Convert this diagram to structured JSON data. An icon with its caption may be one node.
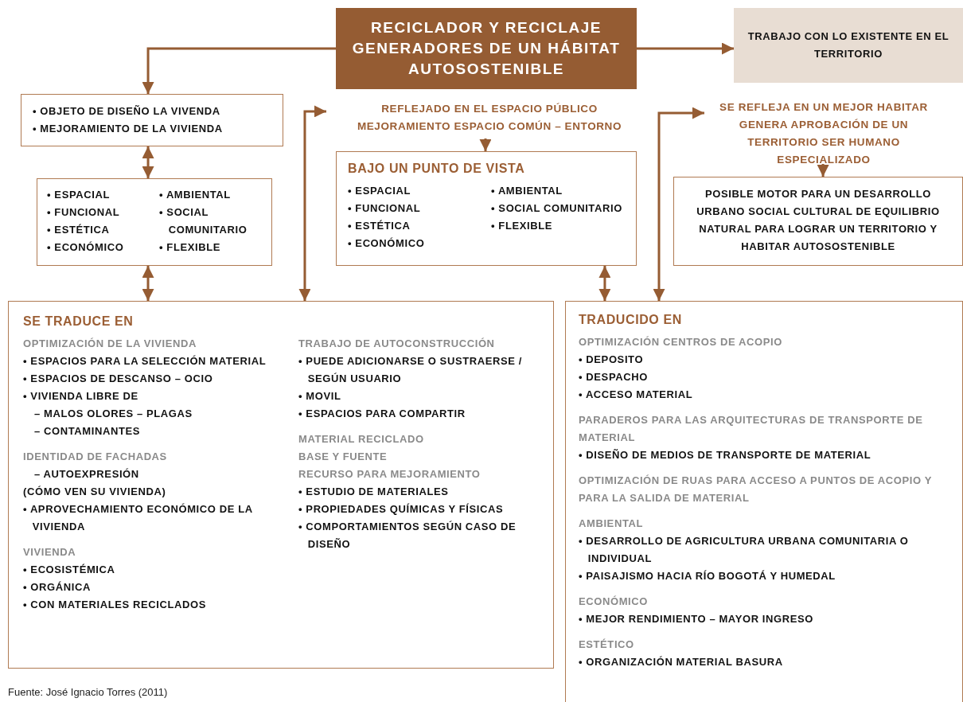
{
  "diagram": {
    "caption": "Fuente: José Ignacio Torres (2011)",
    "nodes": [
      {
        "text": [
          "RECICLADOR Y RECICLAJE GENERADORES DE UN HÁBITAT AUTOSOSTENIBLE"
        ]
      },
      {
        "text": [
          "TRABAJO CON LO EXISTENTE EN EL TERRITORIO"
        ]
      },
      {
        "text": [
          "• OBJETO DE DISEÑO LA VIVENDA",
          "• MEJORAMIENTO DE LA VIVIENDA"
        ]
      },
      {
        "text": [
          "• ESPACIAL",
          "• FUNCIONAL",
          "• ESTÉTICA",
          "• ECONÓMICO",
          "• AMBIENTAL",
          "• SOCIAL COMUNITARIO",
          "• FLEXIBLE"
        ]
      },
      {
        "text": [
          "REFLEJADO EN EL ESPACIO PÚBLICO",
          "MEJORAMIENTO ESPACIO COMÚN – ENTORNO"
        ]
      },
      {
        "text": [
          "BAJO UN PUNTO DE VISTA",
          "• ESPACIAL",
          "• FUNCIONAL",
          "• ESTÉTICA",
          "• ECONÓMICO",
          "• AMBIENTAL",
          "• SOCIAL COMUNITARIO",
          "• FLEXIBLE"
        ]
      },
      {
        "text": [
          "SE REFLEJA EN UN MEJOR HABITAR GENERA APROBACIÓN DE UN TERRITORIO SER HUMANO ESPECIALIZADO"
        ]
      },
      {
        "text": [
          "POSIBLE MOTOR PARA UN DESARROLLO URBANO SOCIAL CULTURAL DE EQUILIBRIO NATURAL PARA LOGRAR UN TERRITORIO Y HABITAR AUTOSOSTENIBLE"
        ]
      },
      {
        "text": [
          "SE TRADUCE EN",
          "OPTIMIZACIÓN DE LA VIVIENDA",
          "• ESPACIOS PARA LA SELECCIÓN MATERIAL",
          "• ESPACIOS DE DESCANSO – OCIO",
          "• VIVIENDA LIBRE DE",
          "– MALOS OLORES – PLAGAS",
          "– CONTAMINANTES",
          "IDENTIDAD DE FACHADAS",
          "– AUTOEXPRESIÓN",
          "(CÓMO VEN SU VIVIENDA)",
          "• APROVECHAMIENTO ECONÓMICO DE LA VIVIENDA",
          "VIVIENDA",
          "• ECOSISTÉMICA",
          "• ORGÁNICA",
          "• CON MATERIALES RECICLADOS",
          "TRABAJO DE AUTOCONSTRUCCIÓN",
          "• PUEDE ADICIONARSE O SUSTRAERSE / SEGÚN USUARIO",
          "• MOVIL",
          "• ESPACIOS PARA COMPARTIR",
          "MATERIAL RECICLADO",
          "BASE Y FUENTE",
          "RECURSO PARA MEJORAMIENTO",
          "• ESTUDIO DE MATERIALES",
          "• PROPIEDADES QUÍMICAS Y FÍSICAS",
          "• COMPORTAMIENTOS SEGÚN CASO DE DISEÑO"
        ]
      },
      {
        "text": [
          "TRADUCIDO EN",
          "OPTIMIZACIÓN CENTROS DE ACOPIO",
          "• DEPOSITO",
          "• DESPACHO",
          "• ACCESO MATERIAL",
          "PARADEROS PARA LAS ARQUITECTURAS DE TRANSPORTE DE MATERIAL",
          "• DISEÑO DE MEDIOS DE TRANSPORTE DE MATERIAL",
          "OPTIMIZACIÓN DE RUAS PARA ACCESO A PUNTOS DE ACOPIO Y PARA LA SALIDA DE MATERIAL",
          "AMBIENTAL",
          "• DESARROLLO DE AGRICULTURA URBANA COMUNITARIA O INDIVIDUAL",
          "• PAISAJISMO HACIA RÍO BOGOTÁ Y HUMEDAL",
          "ECONÓMICO",
          "• MEJOR RENDIMIENTO – MAYOR INGRESO",
          "ESTÉTICO",
          "• ORGANIZACIÓN MATERIAL BASURA"
        ]
      }
    ],
    "edges": [
      {
        "from": 0,
        "to": 2,
        "arrow": "to"
      },
      {
        "from": 0,
        "to": 1,
        "arrow": "to"
      },
      {
        "from": 2,
        "to": 3,
        "arrow": "both"
      },
      {
        "from": 3,
        "to": 8,
        "arrow": "both"
      },
      {
        "from": 8,
        "to": 4,
        "arrow": "both"
      },
      {
        "from": 4,
        "to": 5,
        "arrow": "to"
      },
      {
        "from": 5,
        "to": 9,
        "arrow": "both"
      },
      {
        "from": 9,
        "to": 6,
        "arrow": "both"
      },
      {
        "from": 6,
        "to": 7,
        "arrow": "to"
      }
    ]
  }
}
